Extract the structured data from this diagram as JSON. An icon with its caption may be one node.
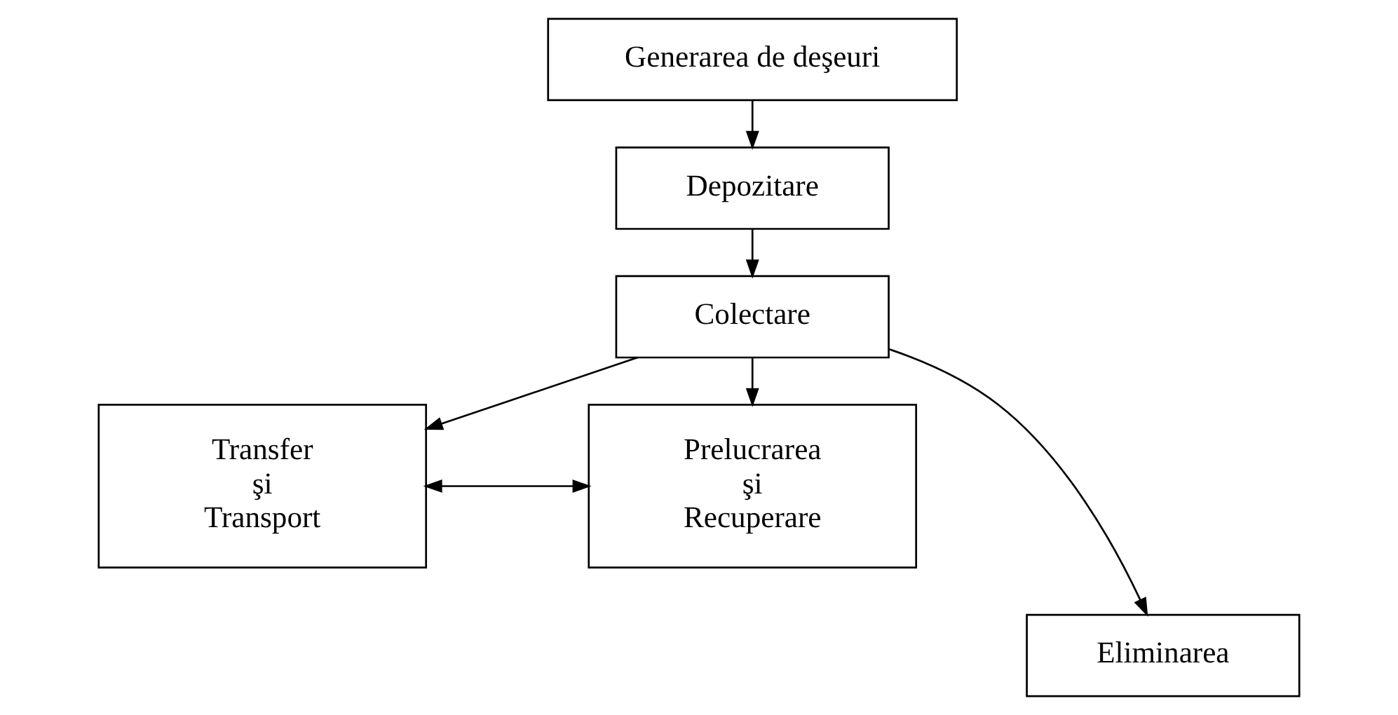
{
  "diagram": {
    "nodes": [
      {
        "text": [
          "Generarea de deşeuri"
        ]
      },
      {
        "text": [
          "Depozitare"
        ]
      },
      {
        "text": [
          "Colectare"
        ]
      },
      {
        "text": [
          "Transfer şi Transport"
        ]
      },
      {
        "text": [
          "Prelucrarea şi Recuperare"
        ]
      },
      {
        "text": [
          "Eliminarea"
        ]
      }
    ],
    "edges": [
      {
        "from": 0,
        "to": 1,
        "arrow": "to"
      },
      {
        "from": 1,
        "to": 2,
        "arrow": "to"
      },
      {
        "from": 2,
        "to": 3,
        "arrow": "to"
      },
      {
        "from": 2,
        "to": 4,
        "arrow": "to"
      },
      {
        "from": 2,
        "to": 5,
        "arrow": "to"
      },
      {
        "from": 3,
        "to": 4,
        "arrow": "both"
      }
    ]
  }
}
